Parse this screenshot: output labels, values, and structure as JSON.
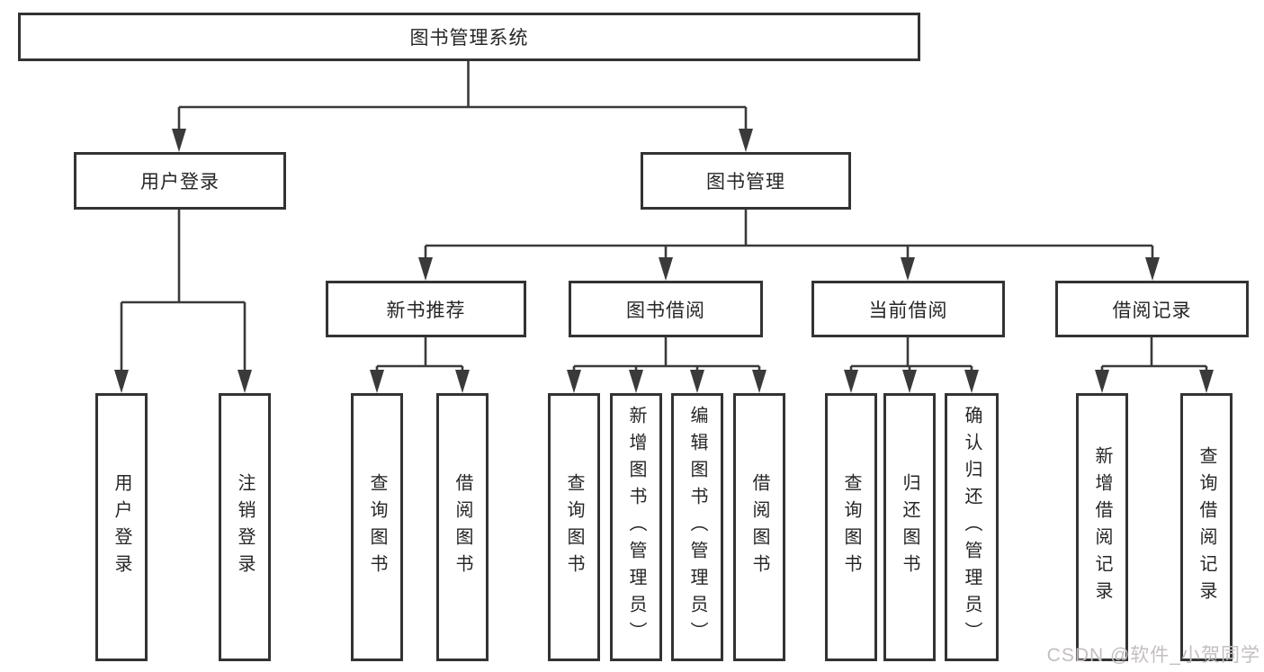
{
  "diagram": {
    "root": {
      "label": "图书管理系统"
    },
    "branches": [
      {
        "label": "用户登录",
        "leaves": [
          "用户登录",
          "注销登录"
        ]
      },
      {
        "label": "图书管理",
        "children": [
          {
            "label": "新书推荐",
            "leaves": [
              "查询图书",
              "借阅图书"
            ]
          },
          {
            "label": "图书借阅",
            "leaves": [
              "查询图书",
              "新增图书（管理员）",
              "编辑图书（管理员）",
              "借阅图书"
            ]
          },
          {
            "label": "当前借阅",
            "leaves": [
              "查询图书",
              "归还图书",
              "确认归还（管理员）"
            ]
          },
          {
            "label": "借阅记录",
            "leaves": [
              "新增借阅记录",
              "查询借阅记录"
            ]
          }
        ]
      }
    ]
  },
  "watermark": {
    "text": "CSDN @软件_小贺同学"
  },
  "colors": {
    "line": "#3a3a3a",
    "box_border": "#333333",
    "text": "#262626",
    "background": "#ffffff",
    "watermark": "#c4bebe"
  }
}
